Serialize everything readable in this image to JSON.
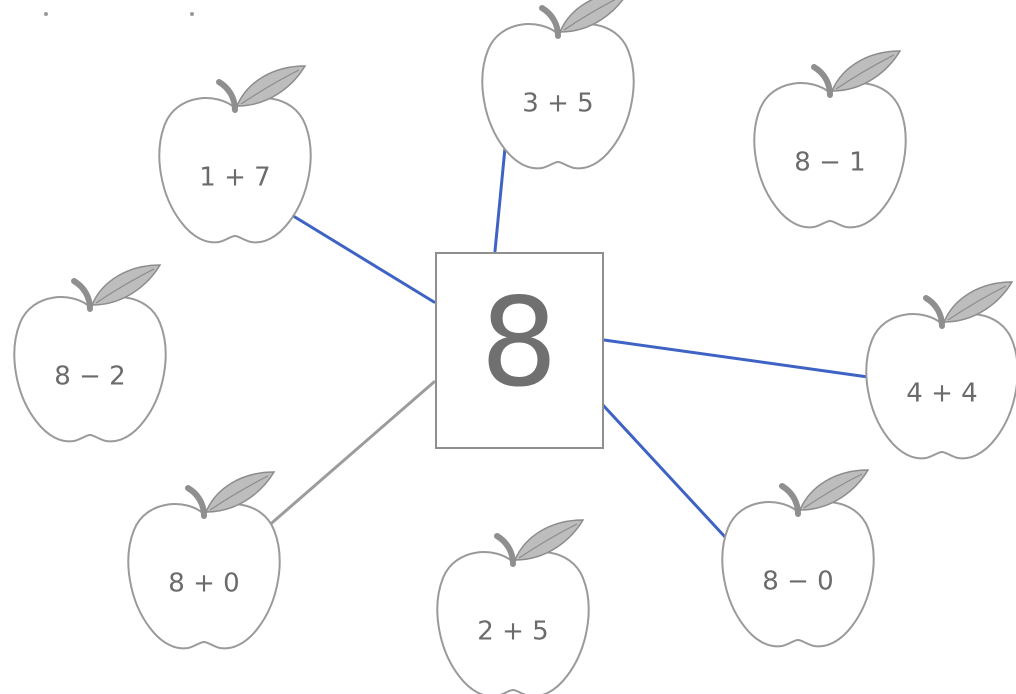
{
  "center": {
    "number": "8"
  },
  "apples": [
    {
      "id": "apple-1-plus-7",
      "label": "1 + 7"
    },
    {
      "id": "apple-3-plus-5",
      "label": "3 + 5"
    },
    {
      "id": "apple-8-minus-1",
      "label": "8 − 1"
    },
    {
      "id": "apple-8-minus-2",
      "label": "8 − 2"
    },
    {
      "id": "apple-4-plus-4",
      "label": "4 + 4"
    },
    {
      "id": "apple-8-plus-0",
      "label": "8 + 0"
    },
    {
      "id": "apple-2-plus-5",
      "label": "2 + 5"
    },
    {
      "id": "apple-8-minus-0",
      "label": "8 − 0"
    }
  ],
  "connections": [
    {
      "to": "apple-1-plus-7",
      "color": "#3f63c4"
    },
    {
      "to": "apple-3-plus-5",
      "color": "#3f63c4"
    },
    {
      "to": "apple-4-plus-4",
      "color": "#3f63c4"
    },
    {
      "to": "apple-8-minus-0",
      "color": "#3f63c4"
    },
    {
      "to": "apple-8-plus-0",
      "color": "#9c9c9c"
    }
  ]
}
